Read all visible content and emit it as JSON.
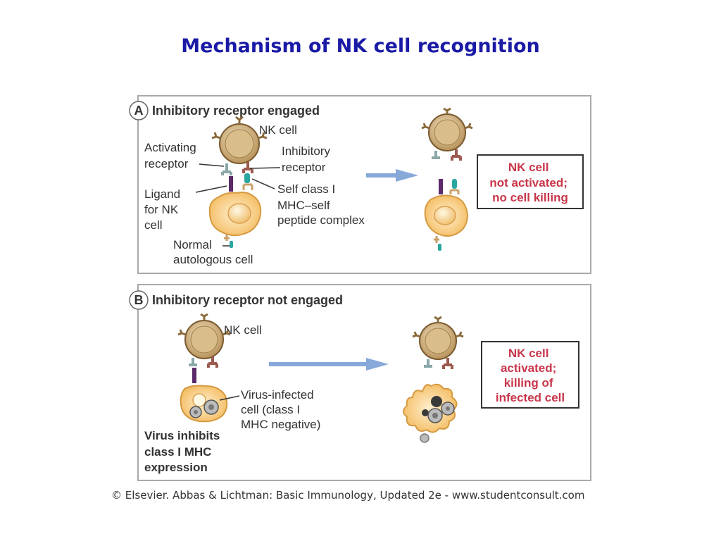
{
  "title": "Mechanism of NK cell recognition",
  "panel_a": {
    "letter": "A",
    "heading": "Inhibitory receptor engaged",
    "nk_cell": "NK cell",
    "activating_receptor": [
      "Activating",
      "receptor"
    ],
    "inhibitory_receptor": [
      "Inhibitory",
      "receptor"
    ],
    "ligand": [
      "Ligand",
      "for NK",
      "cell"
    ],
    "self_mhc": [
      "Self class I",
      "MHC–self",
      "peptide complex"
    ],
    "normal_cell": [
      "Normal",
      "autologous cell"
    ],
    "outcome": [
      "NK cell",
      "not activated;",
      "no cell killing"
    ]
  },
  "panel_b": {
    "letter": "B",
    "heading": "Inhibitory receptor not engaged",
    "nk_cell": "NK cell",
    "virus_cell": [
      "Virus-infected",
      "cell (class I",
      "MHC negative)"
    ],
    "virus_note": [
      "Virus inhibits",
      "class I MHC",
      "expression"
    ],
    "outcome": [
      "NK cell",
      "activated;",
      "killing of",
      "infected cell"
    ]
  },
  "credit": "© Elsevier. Abbas & Lichtman: Basic Immunology, Updated 2e - www.studentconsult.com",
  "colors": {
    "title": "#1a1aa6",
    "outcome_text": "#c9364a",
    "panel_border": "#a9a9a9",
    "nk_cell_fill": "#c9a66b",
    "target_cell_fill": "#f5c46e",
    "arrow": "#86a9d9",
    "activating_receptor": "#8aa7a8",
    "inhibitory_receptor": "#9c5a4e",
    "ligand": "#5a2a6a",
    "mhc": "#2aa6a0"
  }
}
